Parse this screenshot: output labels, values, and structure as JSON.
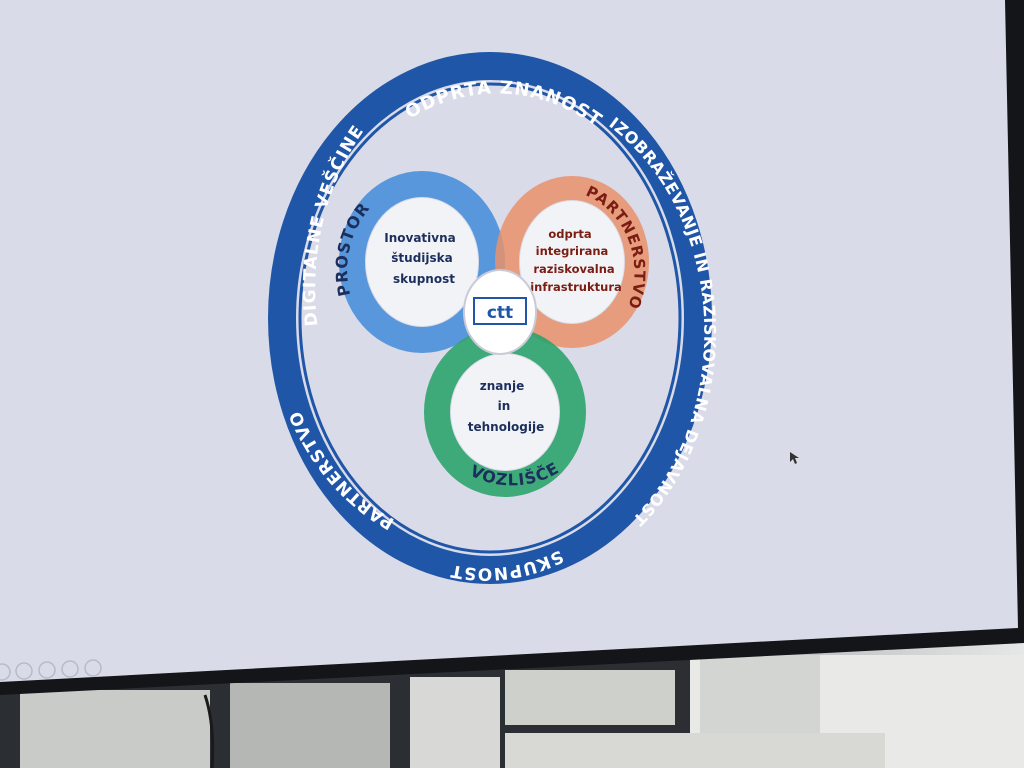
{
  "diagram": {
    "outer_ring": {
      "top": "ODPRTA ZNANOST",
      "left": "DIGITALNE VEŠČINE",
      "right": "IZOBRAŽEVANJE IN RAZISKOVALNA DEJAVNOST",
      "bottom": "SKUPNOST",
      "bottom_left": "PARTNERSTVO"
    },
    "circles": [
      {
        "ring_label": "PROSTOR",
        "text": [
          "Inovativna",
          "študijska",
          "skupnost"
        ],
        "color": "#3f87d6"
      },
      {
        "ring_label": "PARTNERSTVO",
        "text": [
          "odprta",
          "integrirana",
          "raziskovalna",
          "infrastruktura"
        ],
        "color": "#e58a63"
      },
      {
        "ring_label": "VOZLIŠČE",
        "text": [
          "znanje",
          "in",
          "tehnologije"
        ],
        "color": "#2aa06a"
      }
    ],
    "center_logo": "ctt",
    "colors": {
      "outer_ring": "#1f56a8",
      "slide_bg": "#d9dbe8",
      "ring_text": "#ffffff",
      "inner_text": "#1c2f5c",
      "partner_text": "#7a1d12"
    }
  }
}
